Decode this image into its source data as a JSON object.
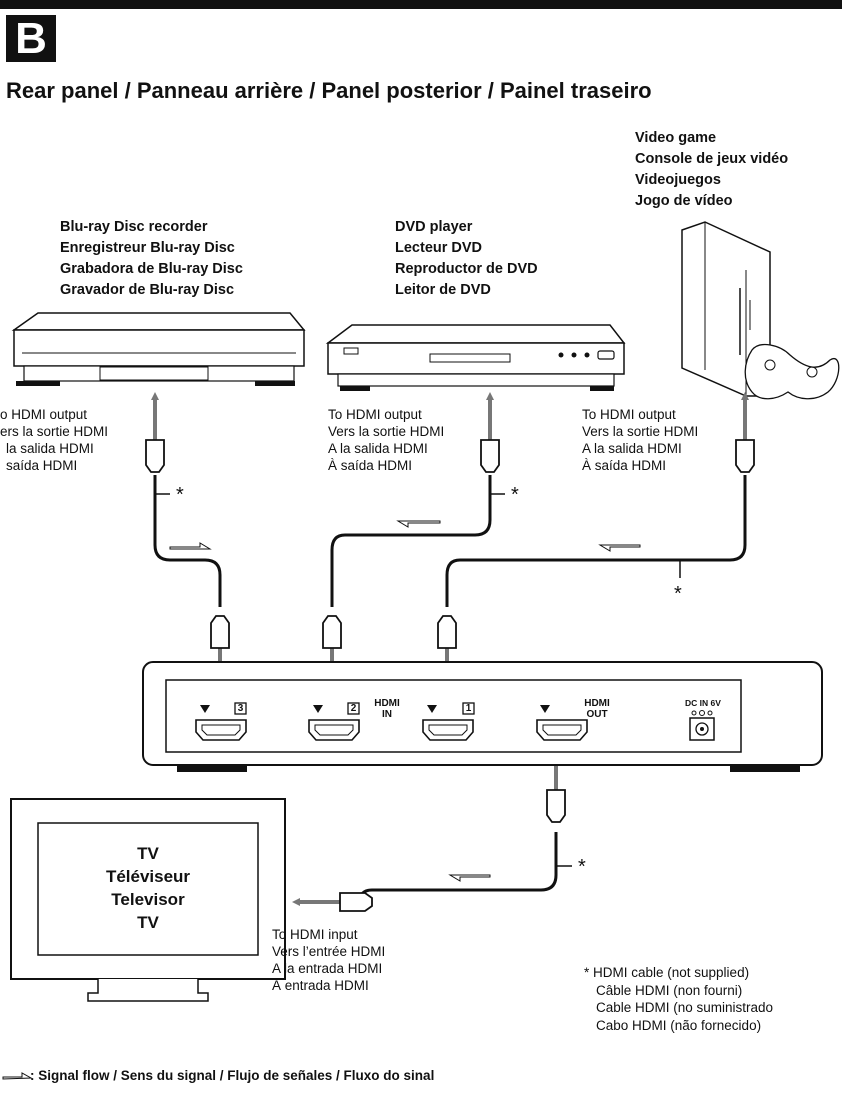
{
  "section_badge": "B",
  "heading": "Rear panel / Panneau arrière / Panel posterior / Painel traseiro",
  "devices": {
    "video_game": [
      "Video game",
      "Console de jeux vidéo",
      "Videojuegos",
      "Jogo de vídeo"
    ],
    "bluray": [
      "Blu-ray Disc recorder",
      "Enregistreur Blu-ray Disc",
      "Grabadora de Blu-ray Disc",
      "Gravador de Blu-ray Disc"
    ],
    "dvd": [
      "DVD player",
      "Lecteur DVD",
      "Reproductor de DVD",
      "Leitor de DVD"
    ],
    "tv": [
      "TV",
      "Téléviseur",
      "Televisor",
      "TV"
    ]
  },
  "connection_labels": {
    "bluray_out": [
      "o HDMI output",
      "ers la sortie HDMI",
      "la salida HDMI",
      "saída HDMI"
    ],
    "dvd_out": [
      "To HDMI output",
      "Vers la sortie HDMI",
      "A la salida HDMI",
      "À saída HDMI"
    ],
    "game_out": [
      "To HDMI output",
      "Vers la sortie HDMI",
      "A la salida HDMI",
      "À saída HDMI"
    ],
    "tv_in": [
      "To HDMI input",
      "Vers l’entrée HDMI",
      "A la entrada HDMI",
      "À entrada HDMI"
    ]
  },
  "cable_marker": "*",
  "rear_panel": {
    "ports": {
      "in3": "3",
      "in2": "2",
      "in1": "1",
      "hdmi_in": [
        "HDMI",
        "IN"
      ],
      "hdmi_out": [
        "HDMI",
        "OUT"
      ],
      "dc_in": "DC IN 6V"
    }
  },
  "footnote": [
    "* HDMI cable (not supplied)",
    "Câble HDMI (non fourni)",
    "Cable HDMI (no suministrado",
    "Cabo HDMI (não fornecido)"
  ],
  "legend": ": Signal flow / Sens du signal / Flujo de señales / Fluxo do sinal"
}
